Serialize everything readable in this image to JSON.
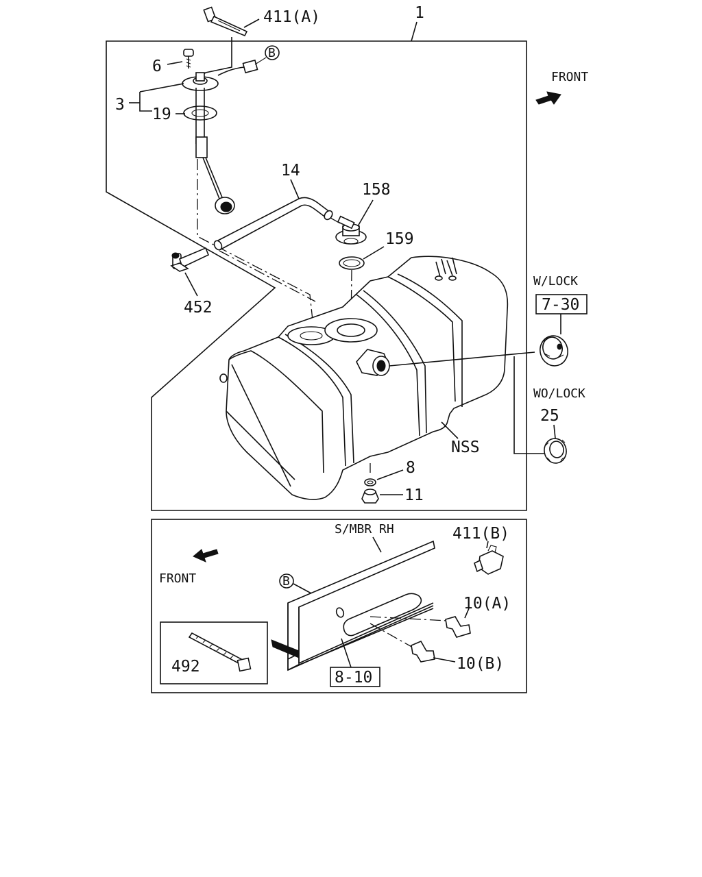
{
  "callouts": {
    "assembly": "1",
    "harness_clip_a": "411(A)",
    "connector_ref_b": "B",
    "screw": "6",
    "sender_unit": "3",
    "gasket": "19",
    "hose": "14",
    "vent_valve": "158",
    "ring_seal": "159",
    "fitting": "452",
    "washer": "8",
    "drain_plug": "11",
    "tank_label": "NSS",
    "with_lock": "W/LOCK",
    "ref_7_30": "7-30",
    "without_lock": "WO/LOCK",
    "cap_wo_lock": "25",
    "side_member": "S/MBR RH",
    "harness_clip_b": "411(B)",
    "clip_10a": "10(A)",
    "clip_10b": "10(B)",
    "ref_8_10": "8-10",
    "cable_tie": "492",
    "connector_ref_b2": "B"
  },
  "direction": {
    "front_top": "FRONT",
    "front_bottom": "FRONT"
  },
  "colors": {
    "line": "#111111",
    "background": "#ffffff"
  }
}
